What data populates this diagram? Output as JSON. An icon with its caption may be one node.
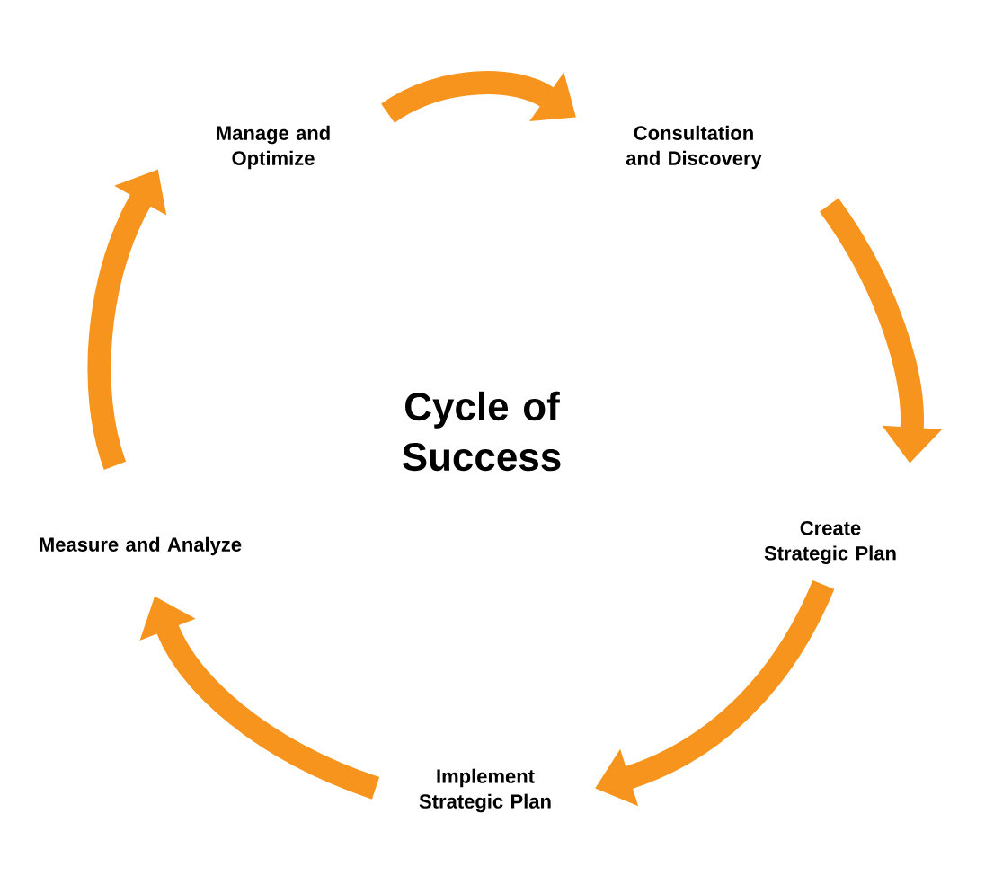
{
  "diagram": {
    "title": "Cycle of Success",
    "nodes": [
      {
        "text": [
          "Consultation and Discovery"
        ]
      },
      {
        "text": [
          "Create Strategic Plan"
        ]
      },
      {
        "text": [
          "Implement Strategic Plan"
        ]
      },
      {
        "text": [
          "Measure and Analyze"
        ]
      },
      {
        "text": [
          "Manage and Optimize"
        ]
      }
    ],
    "edges": [
      {
        "from": 4,
        "to": 0,
        "arrow": "to"
      },
      {
        "from": 0,
        "to": 1,
        "arrow": "to"
      },
      {
        "from": 1,
        "to": 2,
        "arrow": "to"
      },
      {
        "from": 2,
        "to": 3,
        "arrow": "to"
      },
      {
        "from": 3,
        "to": 4,
        "arrow": "to"
      }
    ]
  }
}
